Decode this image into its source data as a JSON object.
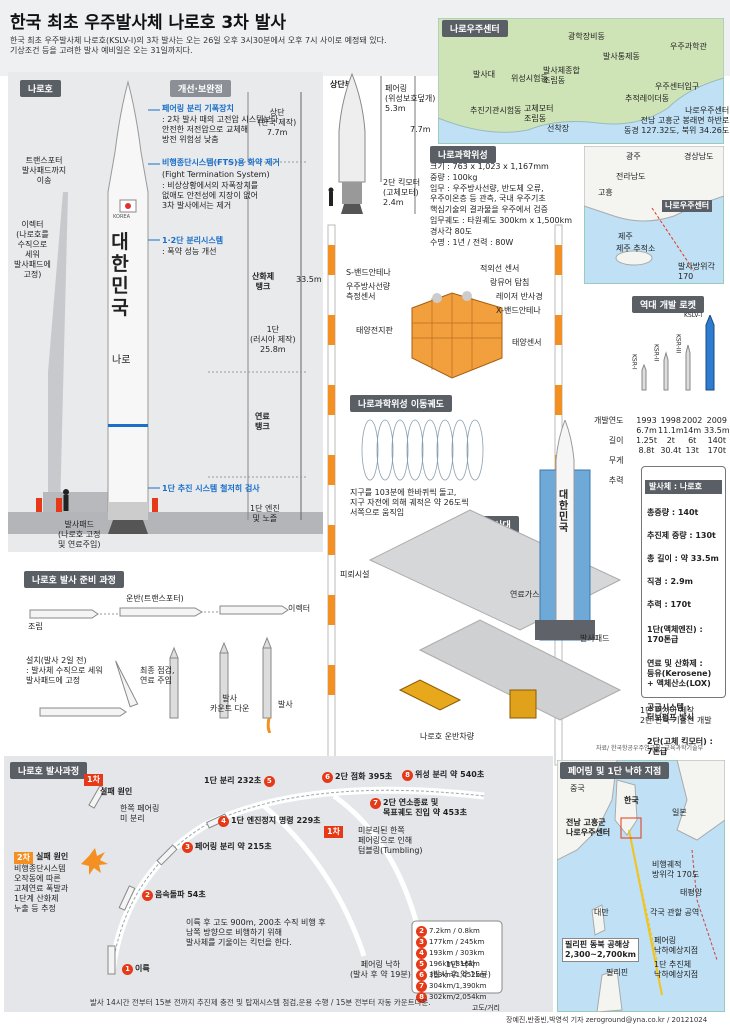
{
  "header": {
    "title": "한국 최초 우주발사체 나로호 3차 발사",
    "subtitle": "한국 최초 우주발사체 나로호(KSLV-I)의 3차 발사는 오는 26일 오후 3시30분에서 오후 7시 사이로 예정돼 있다.\n기상조건 등을 고려한 발사 예비일은 오는 31일까지다."
  },
  "naro": {
    "tag": "나로호",
    "improve_tag": "개선·보완점",
    "fairing_title": "페어링 분리 기폭장치",
    "fairing_desc": ": 2차 발사 때의 고전압 시스템보다\n안전한 저전압으로 교체해\n방전 위험성 낮춤",
    "fts_title": "비행종단시스템(FTS)용 화약 제거",
    "fts_en": "(Fight Termination System)",
    "fts_desc": ": 비상상황에서의 자폭장치를\n없애도 안전성에 지장이 없어\n3차 발사에서는 제거",
    "sep_title": "1·2단 분리시스템",
    "sep_desc": ": 폭약 성능 개선",
    "engine_check": "1단 추진 시스템 철저히 검사",
    "transporter": "트랜스포터\n발사패드까지\n이송",
    "erector": "이렉터\n(나로호를\n수직으로\n세워\n발사패드에\n고정)",
    "launchpad": "발사패드\n(나로호 고정\n및 연료주입)",
    "upper_label": "상단\n(한국 제작)\n7.7m",
    "oxidizer": "산화제\n탱크",
    "first_stage": "1단\n(러시아 제작)\n25.8m",
    "fuel": "연료\n탱크",
    "engine_nozzle": "1단 엔진\n및 노즐",
    "total_height": "33.5m",
    "rocket_name": "대한민국",
    "rocket_name2": "나로",
    "korea_small": "KOREA"
  },
  "upper_stage": {
    "label": "상단부",
    "fairing": "페어링\n(위성보호덮개)\n5.3m",
    "kick": "2단 킥모터\n(고체모터)\n2.4m",
    "height": "7.7m"
  },
  "satellite": {
    "tag": "나로과학위성",
    "specs": "크기 : 763 x 1,023 x 1,167mm\n중량 : 100kg\n임무 : 우주방사선량, 반도체 오류,\n우주이온층 등 관측, 국내 우주기초\n핵심기술의 결과물을 우주에서 검증\n임무궤도 : 타원궤도 300km x 1,500km\n경사각 80도\n수명 : 1년 / 전력 : 80W",
    "parts": {
      "s_band": "S-밴드안테나",
      "radiation": "우주방사선량\n측정센서",
      "solar_panel": "태양전지판",
      "star": "적외선 센서",
      "momentum": "랑뮤어 탐침",
      "laser": "레이저 반사경",
      "x_band": "X-밴드안테나",
      "sun_sensor": "태양센서"
    },
    "orbit_tag": "나로과학위성 이동궤도",
    "orbit_desc": "지구를 103분에 한바퀴씩 돌고,\n지구 자전에 의해 궤적은 약 26도씩\n서쪽으로 움직임"
  },
  "center": {
    "tag": "나로우주센터",
    "places": [
      "광학장비동",
      "발사통제동",
      "우주과학관",
      "발사대",
      "발사체종합\n조립동",
      "위성시험동",
      "고체모터\n조립동",
      "추적레이더동",
      "추진기관시험동",
      "선착장",
      "우주센터입구"
    ],
    "location": "나로우주센터\n전남 고흥군 봉래면 하반로\n동경 127.32도, 북위 34.26도",
    "map_labels": [
      "광주",
      "경상남도",
      "전라남도",
      "고흥",
      "나로우주센터",
      "제주",
      "제주 추적소",
      "발사방위각\n170"
    ]
  },
  "history": {
    "tag": "역대 개발 로켓",
    "rockets": [
      "KSR-I",
      "KSR-II",
      "KSR-III",
      "KSLV-I"
    ],
    "row_labels": [
      "개발연도",
      "길이",
      "무게",
      "추력"
    ],
    "years": [
      "1993",
      "1998",
      "2002",
      "2009"
    ],
    "length": [
      "6.7m",
      "11.1m",
      "14m",
      "33.5m"
    ],
    "weight": [
      "1.25t",
      "2t",
      "6t",
      "140t"
    ],
    "thrust": [
      "8.8t",
      "30.4t",
      "13t",
      "170t"
    ]
  },
  "spec": {
    "head": "발사체 : 나로호",
    "lines": [
      "총중량 : 140t",
      "추진제 중량 : 130t",
      "총 길이 : 약 33.5m",
      "직경 : 2.9m",
      "추력 : 170t",
      "1단(액체엔진) :\n170톤급",
      "연료 및 산화제 :\n등유(Kerosene)\n+ 액체산소(LOX)",
      "공급시스템 :\n터보펌프 방식",
      "2단(고체 킥모터) :\n7톤급"
    ]
  },
  "pad": {
    "tag": "발사대",
    "fuel_gas": "연료가스",
    "lightning": "피뢰시설",
    "launch_pad": "발사패드",
    "transporter": "나로호 운반차량",
    "note": "1단 러시아 제작\n2단 한국 기술진 개발",
    "source": "자료/ 한국항공우주연구원, 교육과학기술부"
  },
  "prep": {
    "tag": "나로호 발사 준비 과정",
    "assemble": "조립",
    "transport": "운반(트랜스포터)",
    "erector": "이렉터",
    "install": "설치(발사 2일 전)\n: 발사체 수직으로 세워\n발사패드에 고정",
    "final_check": "최종 점검,\n연료 주입",
    "countdown": "발사\n카운트 다운",
    "launch": "발사"
  },
  "flight": {
    "tag": "나로호 발사과정",
    "fail1_head": "1차",
    "fail1_title": "실패 원인",
    "fail1_desc": "한쪽 페어링\n미 분리",
    "fail2_head": "2차",
    "fail2_title": "실패 원인",
    "fail2_desc": "비행종단시스템\n오작동에 따른\n고체연료 폭발과\n1단계 산화제\n누출 등 추정",
    "tumble_head": "1차",
    "tumble_desc": "미분리된 한쪽\n페어링으로 인해\n텀블링(Tumbling)",
    "events": [
      {
        "n": "1",
        "label": "이륙"
      },
      {
        "n": "2",
        "label": "음속돌파 54초"
      },
      {
        "n": "3",
        "label": "페어링 분리 약 215초"
      },
      {
        "n": "4",
        "label": "1단 엔진정지 명령 229초"
      },
      {
        "n": "5",
        "label": "1단 분리 232초"
      },
      {
        "n": "6",
        "label": "2단 점화 395초"
      },
      {
        "n": "7",
        "label": "2단 연소종료 및\n목표궤도 진입 약 453초"
      },
      {
        "n": "8",
        "label": "위성 분리 약 540초"
      }
    ],
    "takeoff_note": "이륙 후 고도 900m, 200초 수직 비행 후\n남쪽 방향으로 비행하기 위해\n발사체를 기울이는 킥턴을 한다.",
    "fairing_drop": "페어링 낙하\n(발사 후 약 19분)",
    "stage1_drop": "1단 낙하\n(발사 후 약 15분)",
    "table": [
      {
        "n": "2",
        "v": "7.2km / 0.8km"
      },
      {
        "n": "3",
        "v": "177km / 245km"
      },
      {
        "n": "4",
        "v": "193km / 303km"
      },
      {
        "n": "5",
        "v": "196km/316km"
      },
      {
        "n": "6",
        "v": "303km/1,052km"
      },
      {
        "n": "7",
        "v": "304km/1,390km"
      },
      {
        "n": "8",
        "v": "302km/2,054km"
      },
      {
        "n": "",
        "v": "고도/거리"
      }
    ],
    "footer": "발사 14시간 전부터 15분 전까지 추진제 충전 및 탑재시스템 점검,운용 수행 / 15분 전부터 자동 카운트다운."
  },
  "drop_map": {
    "tag": "페어링 및 1단 낙하 지점",
    "labels": [
      "중국",
      "한국",
      "일본",
      "전남 고흥군\n나로우주센터",
      "비행궤적\n방위각 170도",
      "태평양",
      "각국 관할 공역",
      "필리핀 동북 공해상\n2,300~2,700km",
      "페어링\n낙하예상지점",
      "1단 추진체\n낙하예상지점",
      "대만",
      "필리핀"
    ]
  },
  "credit": "장예진,반종빈,박영석 기자 zeroground@yna.co.kr / 20121024",
  "colors": {
    "accent_blue": "#1a6fc9",
    "accent_orange": "#e87722",
    "red": "#e53917",
    "panel_gray": "#d9dadc",
    "sea": "#bfe0f5"
  }
}
